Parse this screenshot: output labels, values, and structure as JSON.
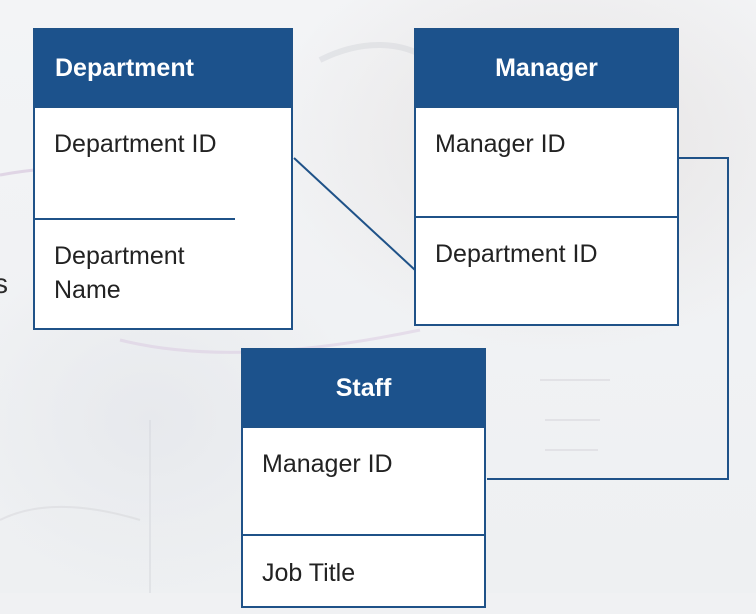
{
  "partial_left_text": "s",
  "entities": {
    "department": {
      "title": "Department",
      "fields": [
        "Department ID",
        "Department Name"
      ]
    },
    "manager": {
      "title": "Manager",
      "fields": [
        "Manager ID",
        "Department ID"
      ]
    },
    "staff": {
      "title": "Staff",
      "fields": [
        "Manager ID",
        "Job Title"
      ]
    }
  },
  "colors": {
    "header_fill": "#1c528c",
    "border": "#1f5288",
    "connector": "#1f5288",
    "header_text": "#ffffff",
    "field_text": "#222222"
  }
}
